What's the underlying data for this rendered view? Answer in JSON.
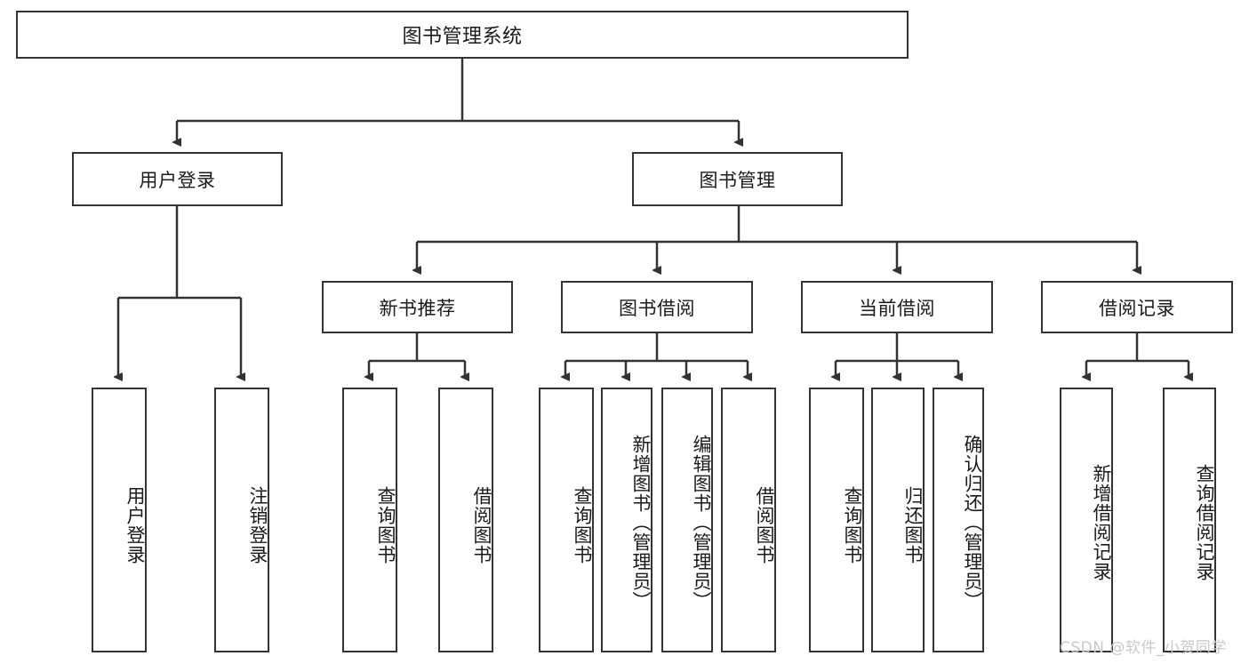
{
  "diagram": {
    "title": "图书管理系统",
    "type": "hierarchy-tree",
    "root": {
      "label": "图书管理系统"
    },
    "level2": [
      {
        "label": "用户登录"
      },
      {
        "label": "图书管理"
      }
    ],
    "level3": [
      {
        "label": "新书推荐"
      },
      {
        "label": "图书借阅"
      },
      {
        "label": "当前借阅"
      },
      {
        "label": "借阅记录"
      }
    ],
    "leaves": {
      "user_login": [
        {
          "label": "用户登录"
        },
        {
          "label": "注销登录"
        }
      ],
      "new_book_recommend": [
        {
          "label": "查询图书"
        },
        {
          "label": "借阅图书"
        }
      ],
      "book_borrow": [
        {
          "label": "查询图书"
        },
        {
          "label": "新增图书（管理员）"
        },
        {
          "label": "编辑图书（管理员）"
        },
        {
          "label": "借阅图书"
        }
      ],
      "current_borrow": [
        {
          "label": "查询图书"
        },
        {
          "label": "归还图书"
        },
        {
          "label": "确认归还（管理员）"
        }
      ],
      "borrow_record": [
        {
          "label": "新增借阅记录"
        },
        {
          "label": "查询借阅记录"
        }
      ]
    },
    "colors": {
      "stroke": "#333333",
      "fill": "#ffffff",
      "text": "#1a1a1a",
      "watermark": "#c9c9c9"
    }
  },
  "watermark": {
    "text": "CSDN @软件_小贺同学"
  }
}
